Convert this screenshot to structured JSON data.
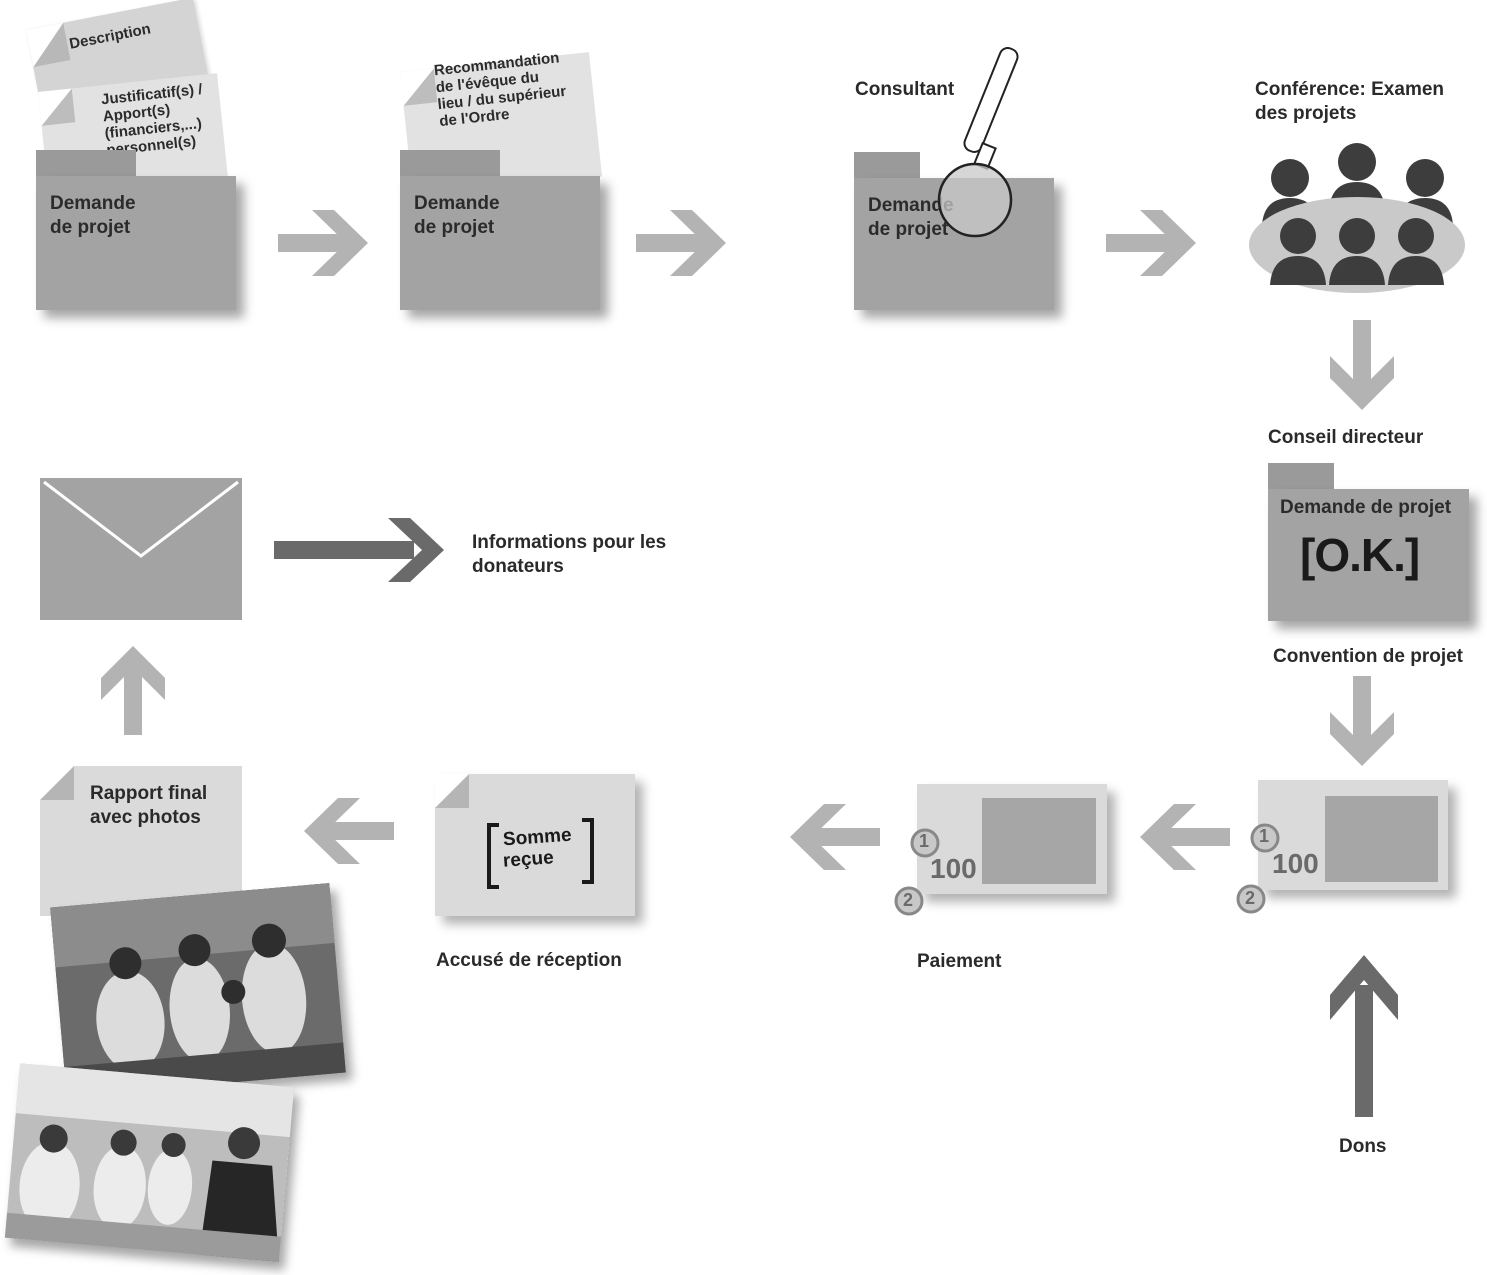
{
  "step1": {
    "doc_description": "Description",
    "doc_justificatifs": [
      "Justificatif(s) /",
      "Apport(s)",
      "(financiers,...)",
      "personnel(s)"
    ],
    "folder_label": [
      "Demande",
      "de projet"
    ]
  },
  "step2": {
    "doc_recommandation": [
      "Recommandation",
      "de l'évêque du",
      "lieu / du supérieur",
      "de l'Ordre"
    ],
    "folder_label": [
      "Demande",
      "de projet"
    ]
  },
  "step3": {
    "title": "Consultant",
    "folder_label": [
      "Demande",
      "de projet"
    ]
  },
  "step4": {
    "title": [
      "Conférence: Examen",
      "des projets"
    ]
  },
  "step5": {
    "title": "Conseil directeur",
    "folder_label": "Demande de projet",
    "stamp": "[O.K.]",
    "caption": "Convention de projet"
  },
  "money": {
    "amount": "100",
    "coin1": "1",
    "coin2": "2"
  },
  "payment_caption": "Paiement",
  "receipt": {
    "stamp_line1": "Somme",
    "stamp_line2": "reçue",
    "caption": "Accusé de réception"
  },
  "report": {
    "title": [
      "Rapport final",
      "avec photos"
    ]
  },
  "info_donors": [
    "Informations pour les",
    "donateurs"
  ],
  "donations": "Dons",
  "colors": {
    "folder": "#a3a3a4",
    "paper": "#dadada",
    "arrow_light": "#b3b3b3",
    "arrow_dark": "#6a6a6a",
    "people": "#3d3d3d"
  }
}
